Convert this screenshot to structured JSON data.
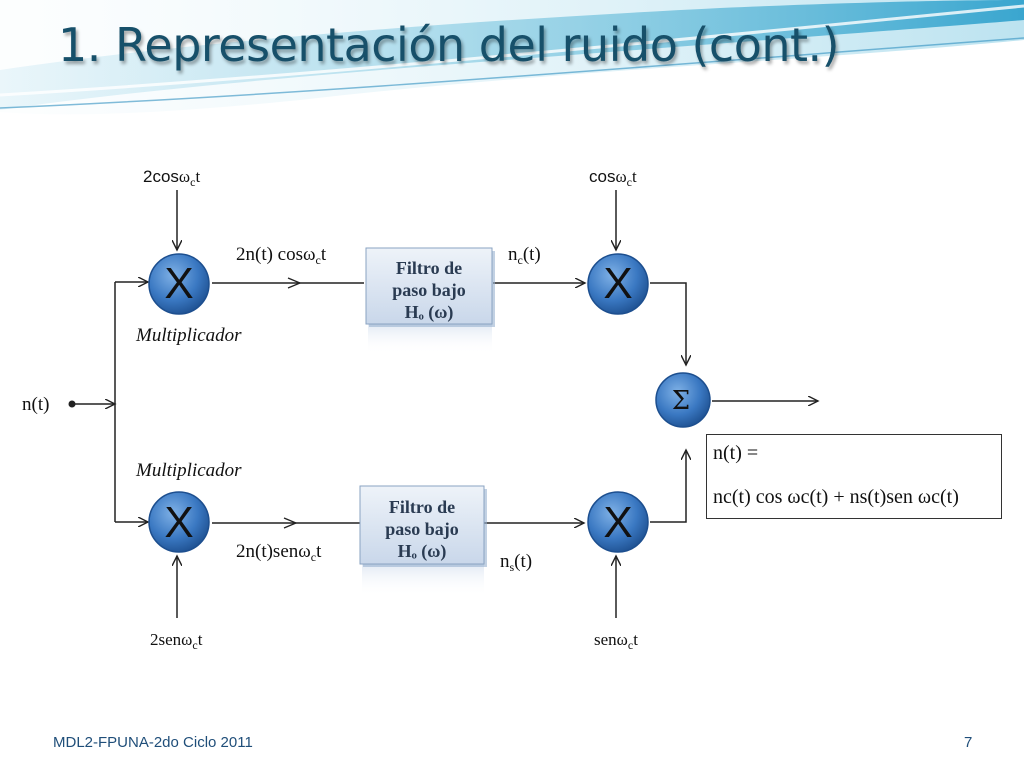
{
  "slide": {
    "title": "1. Representación del ruido (cont.)",
    "footer_left": "MDL2-FPUNA-2do Ciclo 2011",
    "page_number": "7"
  },
  "diagram": {
    "input_label": "n(t)",
    "multiplier_symbol": "X",
    "sum_symbol": "Σ",
    "multiplier_label_top": "Multiplicador",
    "multiplier_label_bottom": "Multiplicador",
    "top_path": {
      "carrier_in": {
        "pre": "2cos",
        "omega": "ω",
        "sub": "c",
        "post": "t"
      },
      "mixer_out": {
        "pre": "2n(t) cos",
        "omega": "ω",
        "sub": "c",
        "post": "t"
      },
      "filter_lines": [
        "Filtro de",
        "paso bajo",
        "Hₒ (ω)"
      ],
      "filter_out": {
        "pre": "n",
        "sub": "c",
        "post": "(t)"
      },
      "carrier_out": {
        "pre": "cos",
        "omega": "ω",
        "sub": "c",
        "post": "t"
      }
    },
    "bottom_path": {
      "carrier_in": {
        "pre": "2sen",
        "omega": "ω",
        "sub": "c",
        "post": "t"
      },
      "mixer_out": {
        "pre": "2n(t)sen",
        "omega": "ω",
        "sub": "c",
        "post": "t"
      },
      "filter_lines": [
        "Filtro de",
        "paso bajo",
        "Hₒ (ω)"
      ],
      "filter_out": {
        "pre": "n",
        "sub": "s",
        "post": "(t)"
      },
      "carrier_out": {
        "pre": "sen",
        "omega": "ω",
        "sub": "c",
        "post": "t"
      }
    },
    "formula": {
      "line1": "n(t) =",
      "line2": "nc(t) cos ωc(t) + ns(t)sen ωc(t)"
    }
  },
  "colors": {
    "title": "#17506a",
    "node_fill": "#3a78c2",
    "node_dark": "#1d4f8f",
    "filter_fill": "#dce6f2",
    "footer": "#1f4e79"
  }
}
